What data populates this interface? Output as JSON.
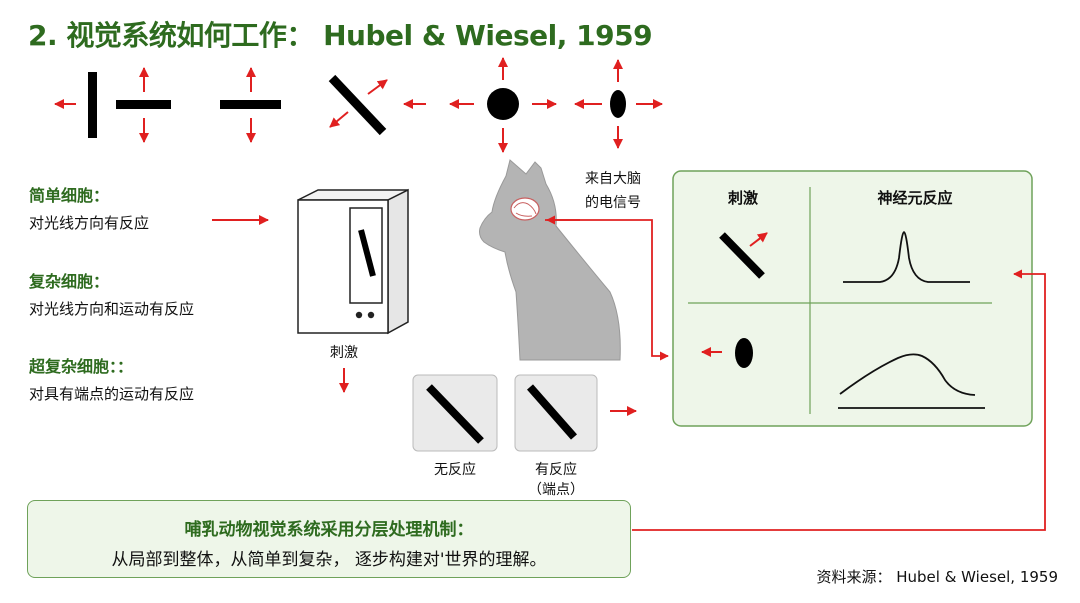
{
  "title": "2. 视觉系统如何工作： Hubel & Wiesel, 1959",
  "cells": {
    "simple": {
      "heading": "简单细胞：",
      "desc": "对光线方向有反应"
    },
    "complex": {
      "heading": "复杂细胞：",
      "desc": "对光线方向和运动有反应"
    },
    "hypercomplex": {
      "heading": "超复杂细胞：：",
      "desc": "对具有端点的运动有反应"
    }
  },
  "monitor_label": "刺激",
  "brain_signal_label": [
    "来自大脑",
    "的电信号"
  ],
  "examples": {
    "no_response": "无反应",
    "response": "有反应",
    "response_note": "（端点）"
  },
  "panel": {
    "stimulus_header": "刺激",
    "response_header": "神经元反应"
  },
  "summary": {
    "title": "哺乳动物视觉系统采用分层处理机制：",
    "text": "从局部到整体，从简单到复杂， 逐步构建对'世界的理解。"
  },
  "source": "资料来源： Hubel & Wiesel, 1959",
  "colors": {
    "green": "#2e6b1f",
    "red": "#e02020",
    "panel_bg": "#eef6e9",
    "cat": "#b4b4b4"
  }
}
